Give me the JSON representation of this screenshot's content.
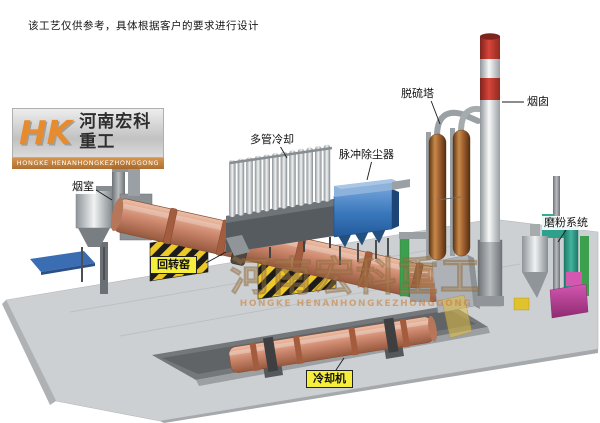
{
  "page": {
    "disclaimer": "该工艺仅供参考，具体根据客户的要求进行设计"
  },
  "logo": {
    "initials": "HK",
    "name_cn": "河南宏科重工",
    "name_en": "HONGKE HENANHONGKEZHONGGONG"
  },
  "watermark": {
    "name_cn": "河南宏科重工",
    "name_en": "HONGKE HENANHONGKEZHONGGONG"
  },
  "labels": {
    "smoke_chamber": "烟室",
    "multi_tube_cooler": "多管冷却",
    "pulse_dust_collector": "脉冲除尘器",
    "desulfurization_tower": "脱硫塔",
    "chimney": "烟囱",
    "rotary_kiln": "回转窑",
    "cooler": "冷却机",
    "grinding_system": "磨粉系统"
  },
  "colors": {
    "kiln_shell": "#cf8a70",
    "dust_collector_blue": "#3a78bd",
    "tower_brown": "#9a5b2e",
    "chimney_red": "#c8392c",
    "hazard_yellow": "#ecc829",
    "label_tag_yellow": "#f6ee3d",
    "brand_orange": "#e6821e"
  }
}
